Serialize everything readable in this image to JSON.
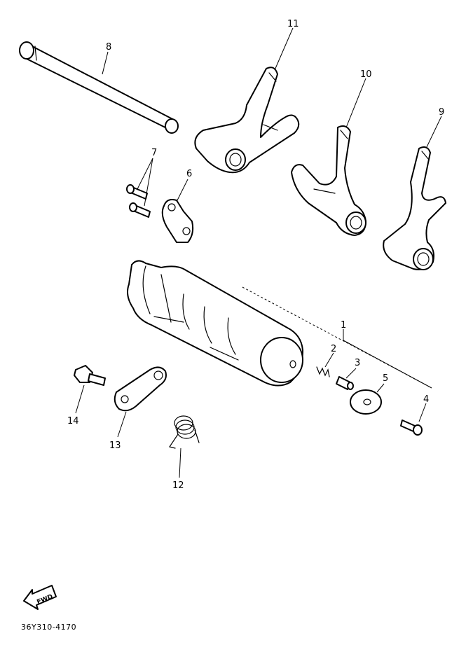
{
  "callouts": [
    {
      "id": "1",
      "label": "1"
    },
    {
      "id": "2",
      "label": "2"
    },
    {
      "id": "3",
      "label": "3"
    },
    {
      "id": "4",
      "label": "4"
    },
    {
      "id": "5",
      "label": "5"
    },
    {
      "id": "6",
      "label": "6"
    },
    {
      "id": "7",
      "label": "7"
    },
    {
      "id": "8",
      "label": "8"
    },
    {
      "id": "9",
      "label": "9"
    },
    {
      "id": "10",
      "label": "10"
    },
    {
      "id": "11",
      "label": "11"
    },
    {
      "id": "12",
      "label": "12"
    },
    {
      "id": "13",
      "label": "13"
    },
    {
      "id": "14",
      "label": "14"
    }
  ],
  "direction_arrow": {
    "label": "FWD",
    "icon": "forward-arrow-icon"
  },
  "diagram_code": "36Y310-4170"
}
